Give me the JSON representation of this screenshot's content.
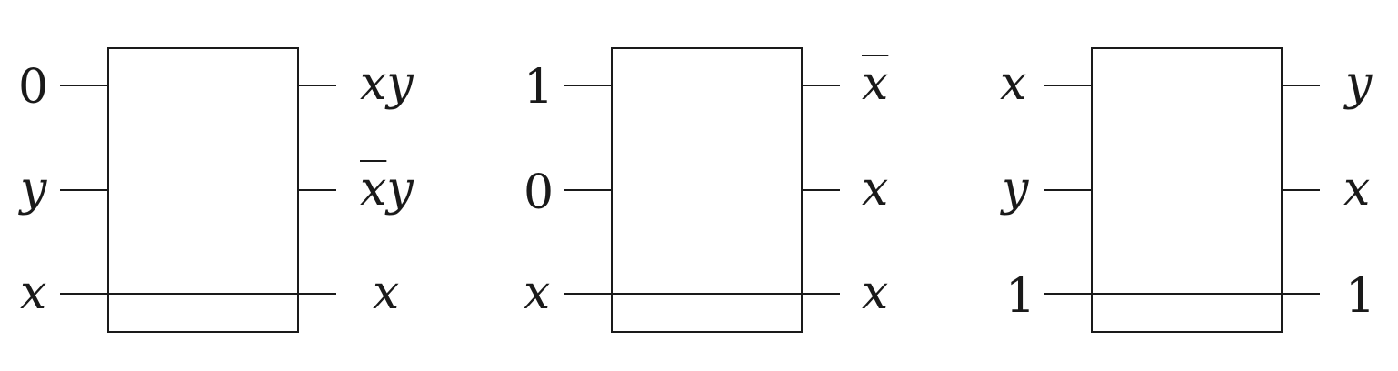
{
  "gates": [
    {
      "inputs": [
        "0",
        "y",
        "x"
      ],
      "outputs": [
        {
          "pre": "",
          "bar": "",
          "post": "xy"
        },
        {
          "pre": "",
          "bar": "x",
          "post": "y"
        },
        {
          "pre": "",
          "bar": "",
          "post": "x"
        }
      ]
    },
    {
      "inputs": [
        "1",
        "0",
        "x"
      ],
      "outputs": [
        {
          "pre": "",
          "bar": "x",
          "post": ""
        },
        {
          "pre": "",
          "bar": "",
          "post": "x"
        },
        {
          "pre": "",
          "bar": "",
          "post": "x"
        }
      ]
    },
    {
      "inputs": [
        "x",
        "y",
        "1"
      ],
      "outputs": [
        {
          "pre": "",
          "bar": "",
          "post": "y"
        },
        {
          "pre": "",
          "bar": "",
          "post": "x"
        },
        {
          "pre": "",
          "bar": "",
          "post": "1"
        }
      ]
    }
  ]
}
